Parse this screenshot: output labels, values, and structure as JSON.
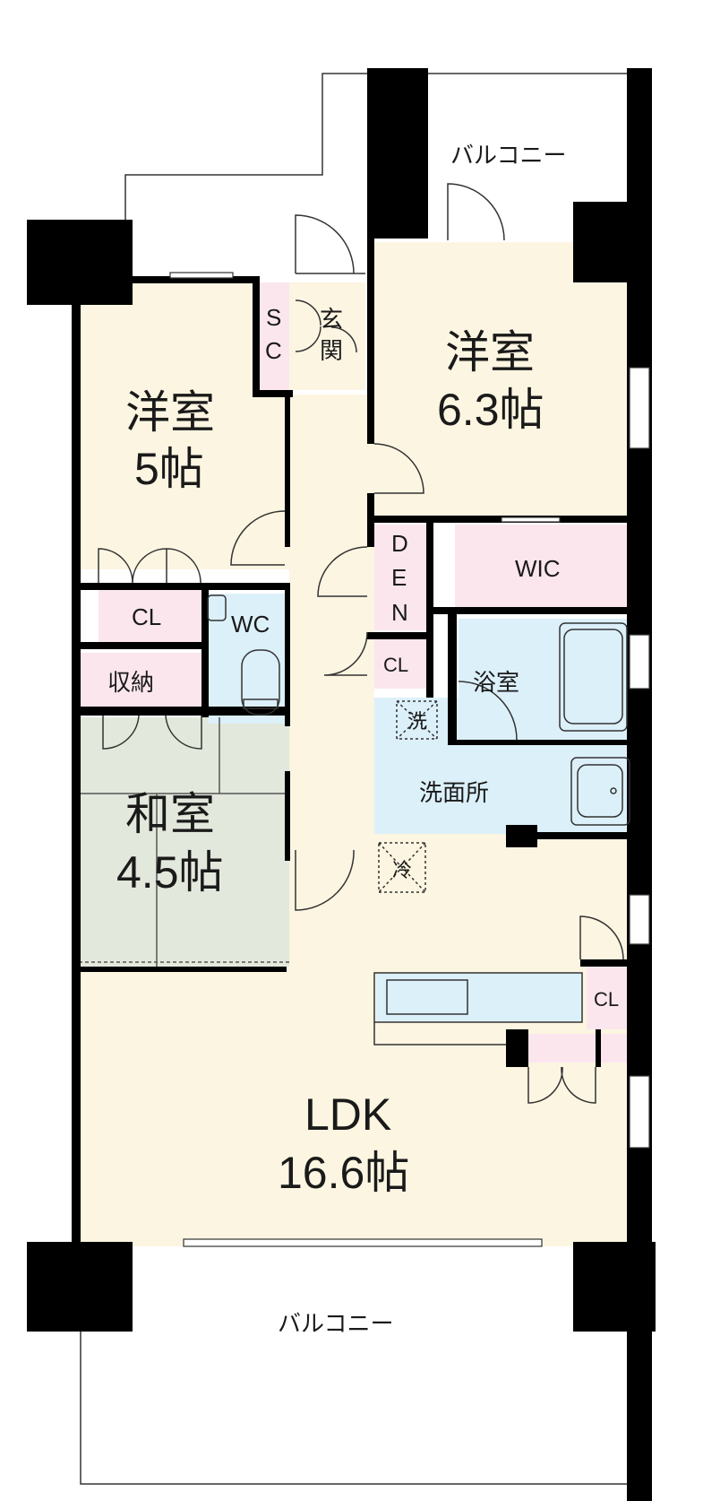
{
  "rooms": {
    "western_room_left": {
      "name": "洋室",
      "size": "5帖"
    },
    "western_room_right": {
      "name": "洋室",
      "size": "6.3帖"
    },
    "japanese_room": {
      "name": "和室",
      "size": "4.5帖"
    },
    "ldk": {
      "name": "LDK",
      "size": "16.6帖"
    },
    "entrance": {
      "line1": "玄",
      "line2": "関"
    },
    "shoe_closet": {
      "line1": "S",
      "line2": "C"
    },
    "den": {
      "line1": "D",
      "line2": "E",
      "line3": "N"
    },
    "wic": "WIC",
    "bath": "浴室",
    "washroom": "洗面所",
    "wc": "WC",
    "storage": "収納",
    "closet_left": "CL",
    "closet_den": "CL",
    "closet_kitchen": "CL",
    "washer": "洗",
    "fridge": "冷"
  },
  "balconies": {
    "top": "バルコニー",
    "bottom": "バルコニー"
  },
  "colors": {
    "room_beige": "#fcf5e1",
    "tatami_green": "#e3e8dc",
    "closet_pink": "#fbe6ee",
    "water_blue": "#dcf0fa",
    "wall": "#000000"
  }
}
